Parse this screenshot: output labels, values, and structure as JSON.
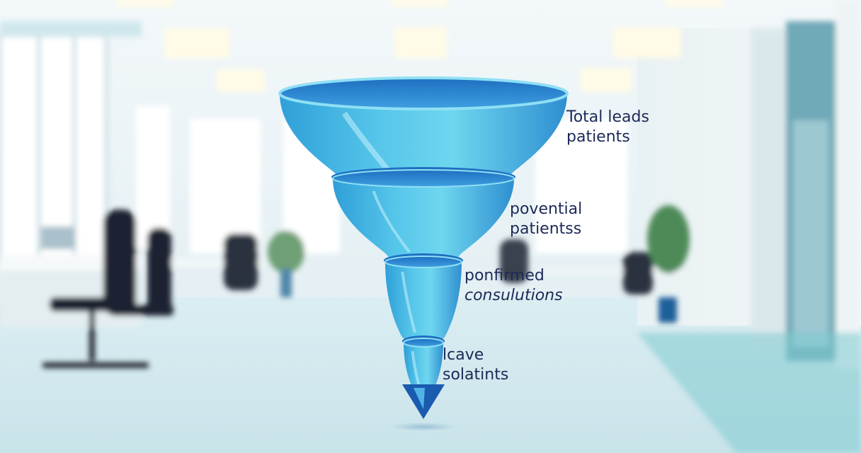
{
  "funnel": {
    "stages": [
      {
        "line1": "Total leads",
        "line2": "patients"
      },
      {
        "line1": "povential",
        "line2": "patientss"
      },
      {
        "line1": "ponfirmed",
        "line2": "consulutions"
      },
      {
        "line1": "lcave",
        "line2": "solatints"
      }
    ],
    "colors": {
      "funnel_light": "#5fd0ea",
      "funnel_mid": "#35a9dc",
      "funnel_dark": "#1e6fc0",
      "arrow": "#1a5bb0",
      "label_text": "#1d2a57"
    }
  }
}
